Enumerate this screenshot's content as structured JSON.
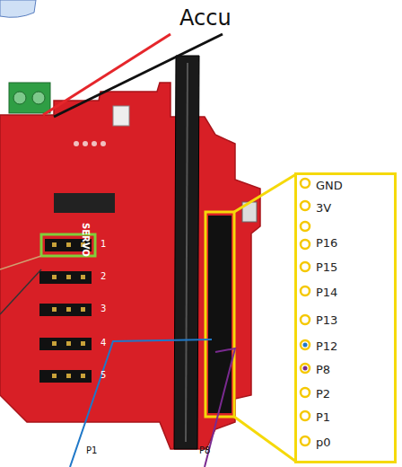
{
  "diagram": {
    "nodes": [
      {
        "text": [
          "GND",
          "3V",
          "P16",
          "P15",
          "P14",
          "P13",
          "P12",
          "P8",
          "P2",
          "P1",
          "p0"
        ]
      }
    ],
    "labels": [
      "Accu",
      "SERVO",
      "1",
      "2",
      "3",
      "4",
      "5",
      "P1",
      "P8"
    ]
  }
}
